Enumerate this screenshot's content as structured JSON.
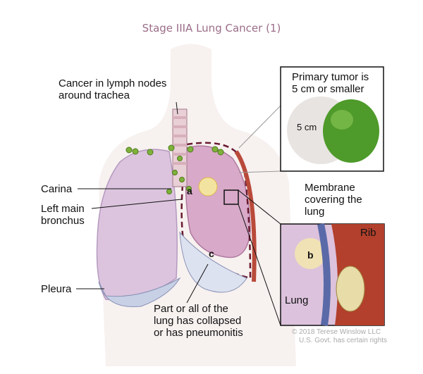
{
  "title": "Stage IIIA Lung Cancer (1)",
  "labels": {
    "lymph_nodes": [
      "Cancer in lymph nodes",
      "around trachea"
    ],
    "carina": "Carina",
    "bronchus": [
      "Left main",
      "bronchus"
    ],
    "pleura": "Pleura",
    "collapsed": [
      "Part or all of the",
      "lung has collapsed",
      "or has pneumonitis"
    ],
    "membrane": [
      "Membrane",
      "covering the",
      "lung"
    ],
    "rib": "Rib",
    "lung": "Lung",
    "letter_a": "a",
    "letter_b": "b",
    "letter_c": "c"
  },
  "inset": {
    "title": [
      "Primary tumor is",
      "5 cm or smaller"
    ],
    "size": "5 cm"
  },
  "copyright": [
    "© 2018 Terese Winslow LLC",
    "U.S. Govt. has certain rights"
  ]
}
